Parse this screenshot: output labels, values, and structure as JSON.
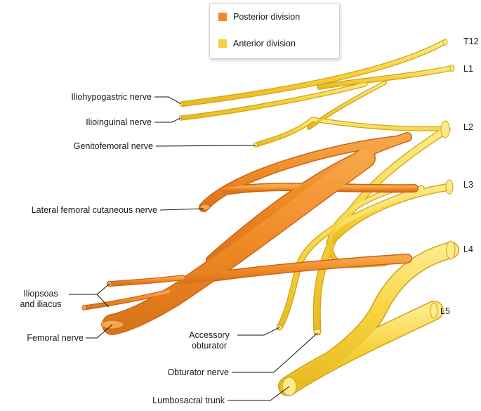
{
  "legend": {
    "posterior": {
      "label": "Posterior division",
      "color": "#ef8a25"
    },
    "anterior": {
      "label": "Anterior division",
      "color": "#f6d23c"
    }
  },
  "roots": {
    "t12": "T12",
    "l1": "L1",
    "l2": "L2",
    "l3": "L3",
    "l4": "L4",
    "l5": "L5"
  },
  "nerves": {
    "iliohypogastric": "Iliohypogastric nerve",
    "ilioinguinal": "Ilioinguinal nerve",
    "genitofemoral": "Genitofemoral nerve",
    "lateral_femoral_cutaneous": "Lateral femoral cutaneous nerve",
    "iliopsoas_line1": "Iliopsoas",
    "iliopsoas_line2": "and iliacus",
    "femoral": "Femoral nerve",
    "accessory_obturator_line1": "Accessory",
    "accessory_obturator_line2": "obturator",
    "obturator": "Obturator nerve",
    "lumbosacral_trunk": "Lumbosacral trunk"
  }
}
